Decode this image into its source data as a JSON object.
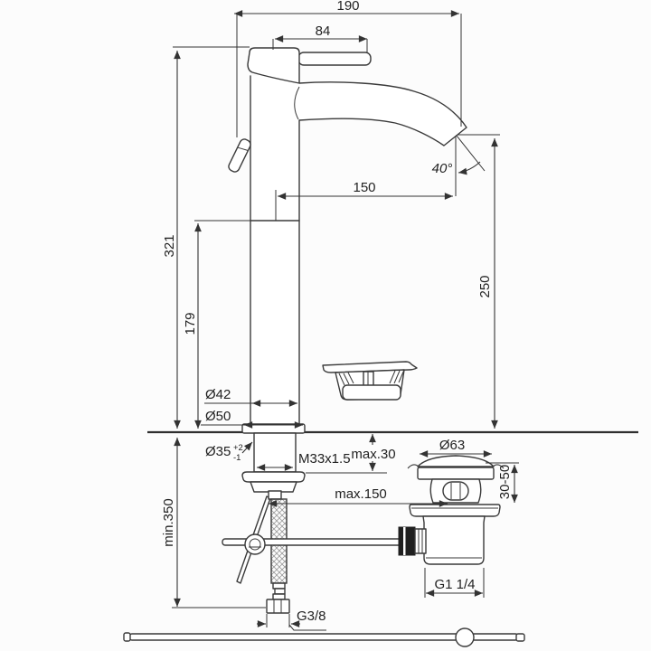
{
  "drawing": {
    "type": "technical-dimension-drawing",
    "subject": "single-lever basin mixer tap with pop-up waste",
    "colors": {
      "background": "#fcfcfc",
      "line": "#3a3a3a",
      "dim_line": "#333333",
      "text": "#222222",
      "connector_dark": "#1f1f1f"
    },
    "dimensions": {
      "overall_depth": "190",
      "handle_length": "84",
      "spout_angle": "40°",
      "spout_reach": "150",
      "total_height": "321",
      "spout_underside_height": "179",
      "outlet_height": "250",
      "body_diameter": "Ø42",
      "base_diameter": "Ø50",
      "hole_diameter": "Ø35",
      "hole_tolerance_plus": "+2",
      "hole_tolerance_minus": "-1",
      "shank_thread": "M33x1.5",
      "max_deck_thickness": "max.30",
      "waste_cap_diameter": "Ø63",
      "waste_adjust_range": "30-50",
      "rod_reach_max": "max.150",
      "hose_min_length": "min.350",
      "waste_thread": "G1 1/4",
      "hose_thread": "G3/8"
    }
  }
}
